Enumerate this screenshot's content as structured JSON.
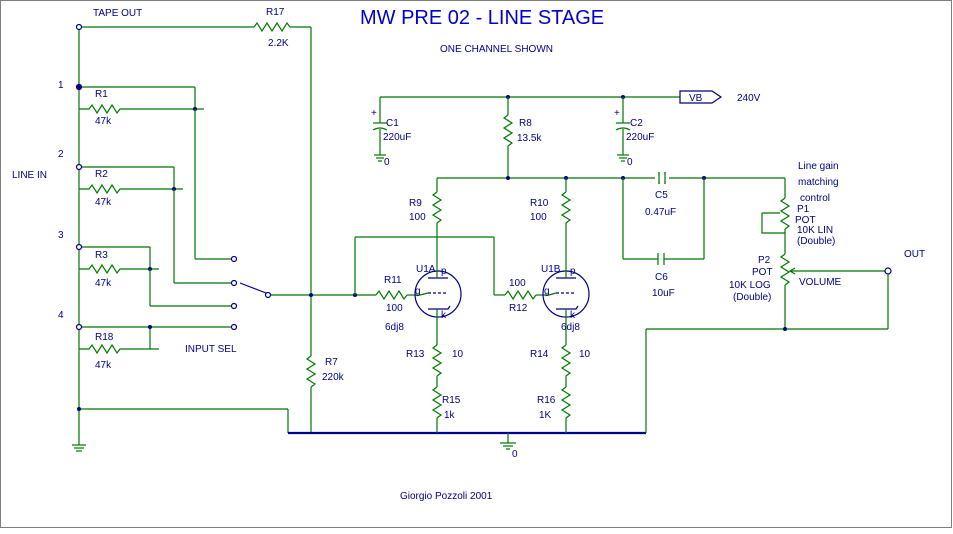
{
  "title": "MW PRE 02 - LINE STAGE",
  "subtitle": "ONE CHANNEL SHOWN",
  "credit": "Giorgio Pozzoli 2001",
  "colors": {
    "wire": "#007700",
    "ground_bus": "#000099",
    "label": "#000080",
    "title": "#0000cc"
  },
  "ports": {
    "tape_out": "TAPE OUT",
    "line_in": "LINE IN",
    "input_sel": "INPUT SEL",
    "out": "OUT",
    "supply_tag": "VB",
    "supply_value": "240V"
  },
  "inputs": [
    {
      "num": "1",
      "ref": "R1",
      "value": "47k"
    },
    {
      "num": "2",
      "ref": "R2",
      "value": "47k"
    },
    {
      "num": "3",
      "ref": "R3",
      "value": "47k"
    },
    {
      "num": "4",
      "ref": "R18",
      "value": "47k"
    }
  ],
  "components": {
    "r17": {
      "ref": "R17",
      "value": "2.2K"
    },
    "r7": {
      "ref": "R7",
      "value": "220k"
    },
    "r8": {
      "ref": "R8",
      "value": "13.5k"
    },
    "r9": {
      "ref": "R9",
      "value": "100"
    },
    "r10": {
      "ref": "R10",
      "value": "100"
    },
    "r11": {
      "ref": "R11",
      "value": "100"
    },
    "r12": {
      "ref": "R12",
      "value": "100"
    },
    "r13": {
      "ref": "R13",
      "value": "10"
    },
    "r14": {
      "ref": "R14",
      "value": "10"
    },
    "r15": {
      "ref": "R15",
      "value": "1k"
    },
    "r16": {
      "ref": "R16",
      "value": "1K"
    },
    "c1": {
      "ref": "C1",
      "value": "220uF",
      "gnd": "0"
    },
    "c2": {
      "ref": "C2",
      "value": "220uF",
      "gnd": "0"
    },
    "c5": {
      "ref": "C5",
      "value": "0.47uF"
    },
    "c6": {
      "ref": "C6",
      "value": "10uF"
    },
    "u1a": {
      "ref": "U1A",
      "type": "6dj8"
    },
    "u1b": {
      "ref": "U1B",
      "type": "6dj8"
    },
    "p1": {
      "ref": "P1",
      "kind": "POT",
      "value": "10K LIN",
      "note": "(Double)"
    },
    "p2": {
      "ref": "P2",
      "kind": "POT",
      "value": "10K LOG",
      "note": "(Double)",
      "function": "VOLUME"
    },
    "gain_note": [
      "Line gain",
      "matching",
      "control"
    ],
    "main_ground": "0"
  },
  "tube_pins": {
    "plate": "p",
    "grid": "g",
    "cathode": "k"
  },
  "plus": "+"
}
